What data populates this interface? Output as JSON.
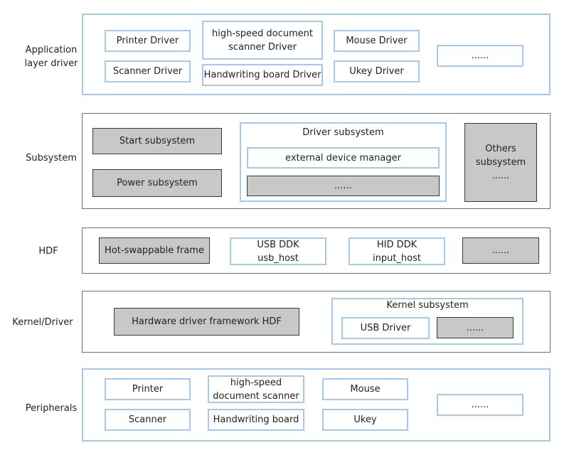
{
  "layers": {
    "app": {
      "label": "Application\nlayer driver",
      "printer": "Printer Driver",
      "hs_scanner": "high-speed document\nscanner Driver",
      "mouse": "Mouse Driver",
      "scanner": "Scanner Driver",
      "handwriting": "Handwriting board Driver",
      "ukey": "Ukey Driver",
      "more": "......"
    },
    "subsystem": {
      "label": "Subsystem",
      "start": "Start subsystem",
      "power": "Power subsystem",
      "driver_group": "Driver subsystem",
      "ext_manager": "external device manager",
      "driver_more": "......",
      "others": "Others\nsubsystem\n......"
    },
    "hdf": {
      "label": "HDF",
      "hotswap": "Hot-swappable frame",
      "usb_ddk": "USB DDK\nusb_host",
      "hid_ddk": "HID DDK\ninput_host",
      "more": "......"
    },
    "kernel": {
      "label": "Kernel/Driver",
      "hdf_framework": "Hardware driver framework HDF",
      "kernel_group": "Kernel subsystem",
      "usb_driver": "USB Driver",
      "more": "......"
    },
    "peripherals": {
      "label": "Peripherals",
      "printer": "Printer",
      "hs_scanner": "high-speed\ndocument scanner",
      "mouse": "Mouse",
      "scanner": "Scanner",
      "handwriting": "Handwriting board",
      "ukey": "Ukey",
      "more": "......"
    }
  },
  "colors": {
    "blue_border": "#a9c7e8",
    "gray_border": "#6e6e78",
    "gray_fill": "#c8c8c8"
  }
}
